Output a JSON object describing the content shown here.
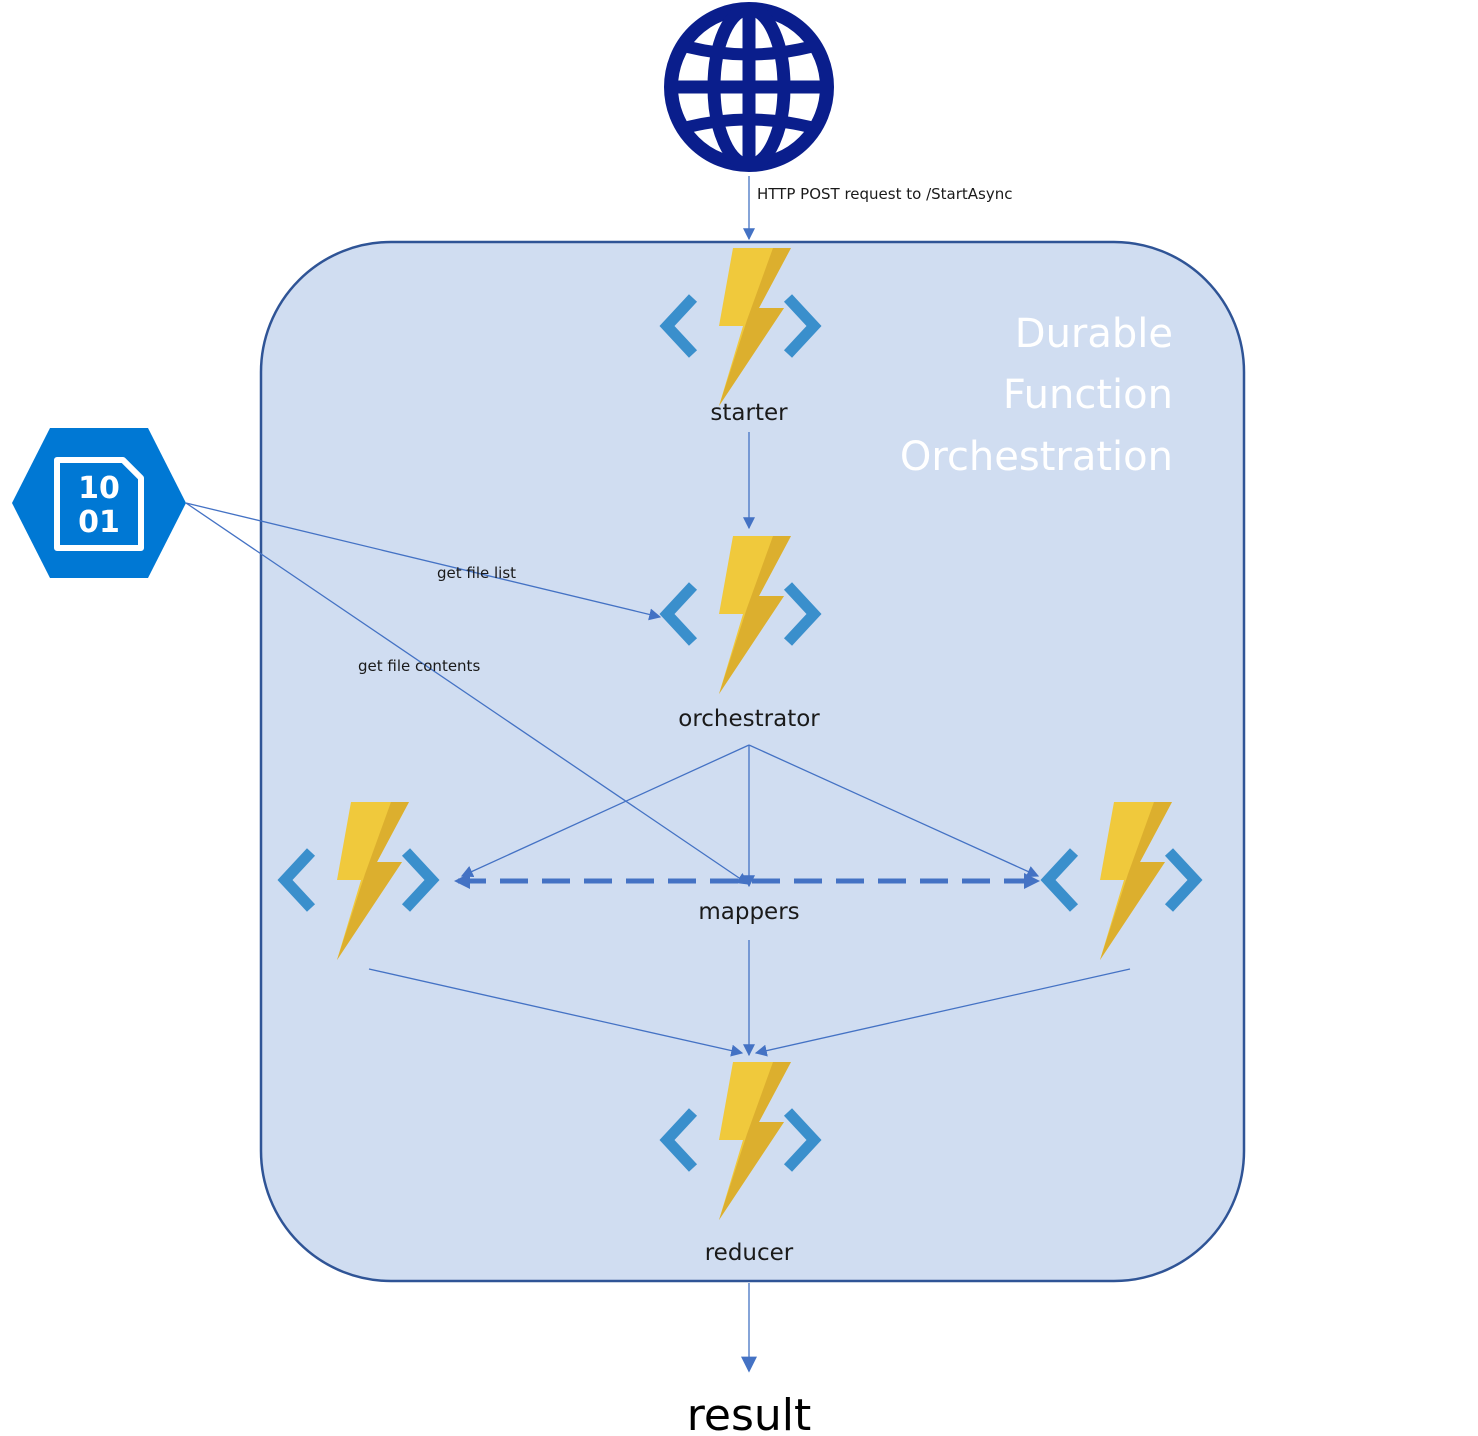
{
  "group": {
    "title_lines": [
      "Durable",
      "Function",
      "Orchestration"
    ],
    "fill": "#d0ddf1",
    "stroke": "#2f5496"
  },
  "nodes": {
    "web": {
      "icon": "globe-icon",
      "color": "#0a1e8c"
    },
    "storage": {
      "icon": "blob-storage-icon",
      "bits": [
        "10",
        "01"
      ],
      "color": "#0078d4"
    },
    "starter": {
      "label": "starter",
      "icon": "azure-function-icon"
    },
    "orchestrator": {
      "label": "orchestrator",
      "icon": "azure-function-icon"
    },
    "mappers": {
      "label": "mappers",
      "icon": "azure-function-icon"
    },
    "reducer": {
      "label": "reducer",
      "icon": "azure-function-icon"
    },
    "result": {
      "label": "result"
    }
  },
  "edges": {
    "http": "HTTP POST request to /StartAsync",
    "file_list": "get file list",
    "file_contents": "get file contents"
  },
  "colors": {
    "edge": "#4472c4",
    "function_bracket": "#3a8fcc",
    "bolt_light": "#f0c93c",
    "bolt_dark": "#d6a62a"
  }
}
